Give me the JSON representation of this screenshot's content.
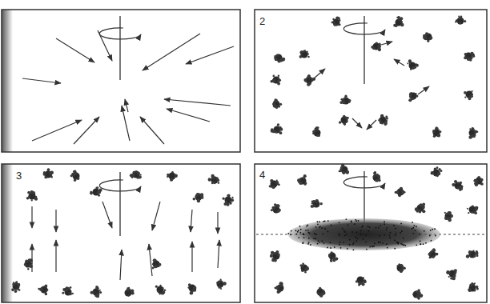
{
  "diagram": {
    "labels": [
      "2",
      "3",
      "4"
    ]
  }
}
